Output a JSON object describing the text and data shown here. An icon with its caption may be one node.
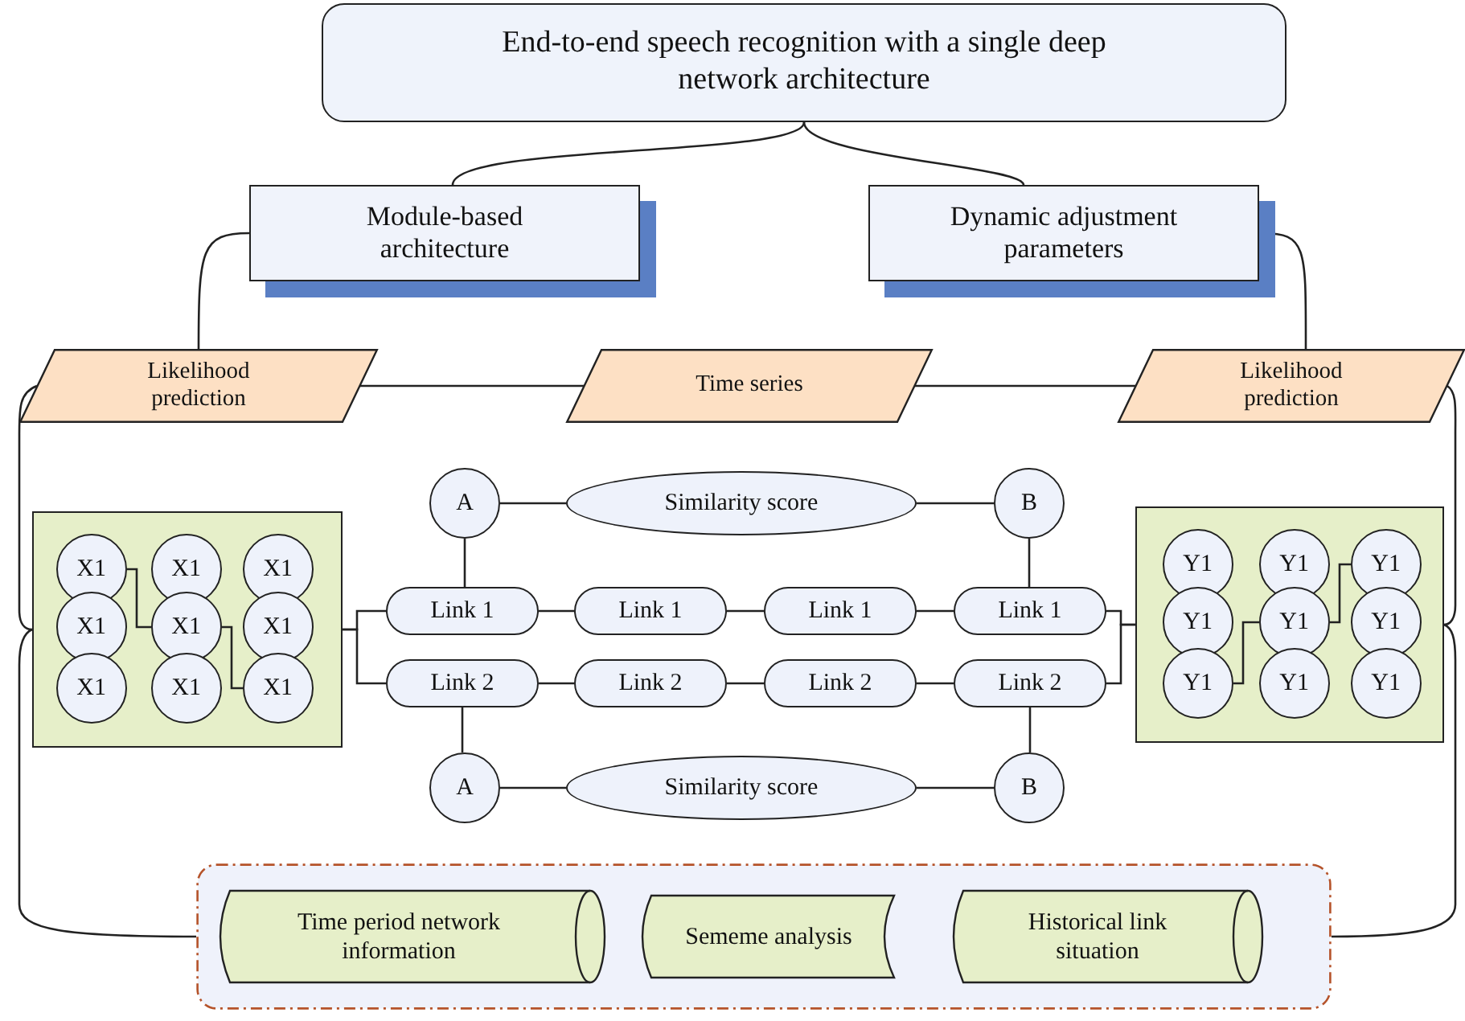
{
  "diagram": {
    "nodes": [
      {
        "text": [
          "End-to-end speech recognition with a single deep network architecture"
        ]
      },
      {
        "text": [
          "Module-based architecture"
        ]
      },
      {
        "text": [
          "Dynamic adjustment parameters"
        ]
      },
      {
        "text": [
          "Likelihood prediction"
        ]
      },
      {
        "text": [
          "Time series"
        ]
      },
      {
        "text": [
          "Likelihood prediction"
        ]
      },
      {
        "text": [],
        "shape": "box"
      },
      {
        "text": [
          "X1"
        ],
        "in": 6
      },
      {
        "text": [
          "X1"
        ],
        "in": 6
      },
      {
        "text": [
          "X1"
        ],
        "in": 6
      },
      {
        "text": [
          "X1"
        ],
        "in": 6
      },
      {
        "text": [
          "X1"
        ],
        "in": 6
      },
      {
        "text": [
          "X1"
        ],
        "in": 6
      },
      {
        "text": [
          "X1"
        ],
        "in": 6
      },
      {
        "text": [
          "X1"
        ],
        "in": 6
      },
      {
        "text": [
          "X1"
        ],
        "in": 6
      },
      {
        "text": [],
        "shape": "box"
      },
      {
        "text": [
          "Y1"
        ],
        "in": 16
      },
      {
        "text": [
          "Y1"
        ],
        "in": 16
      },
      {
        "text": [
          "Y1"
        ],
        "in": 16
      },
      {
        "text": [
          "Y1"
        ],
        "in": 16
      },
      {
        "text": [
          "Y1"
        ],
        "in": 16
      },
      {
        "text": [
          "Y1"
        ],
        "in": 16
      },
      {
        "text": [
          "Y1"
        ],
        "in": 16
      },
      {
        "text": [
          "Y1"
        ],
        "in": 16
      },
      {
        "text": [
          "Y1"
        ],
        "in": 16
      },
      {
        "text": [
          "A"
        ]
      },
      {
        "text": [
          "Similarity score"
        ]
      },
      {
        "text": [
          "B"
        ]
      },
      {
        "text": [
          "Link 1"
        ]
      },
      {
        "text": [
          "Link 1"
        ]
      },
      {
        "text": [
          "Link 1"
        ]
      },
      {
        "text": [
          "Link 1"
        ]
      },
      {
        "text": [
          "Link 2"
        ]
      },
      {
        "text": [
          "Link 2"
        ]
      },
      {
        "text": [
          "Link 2"
        ]
      },
      {
        "text": [
          "Link 2"
        ]
      },
      {
        "text": [
          "A"
        ]
      },
      {
        "text": [
          "Similarity score"
        ]
      },
      {
        "text": [
          "B"
        ]
      },
      {
        "text": [],
        "shape": "box"
      },
      {
        "text": [
          "Time period network information"
        ],
        "in": 40
      },
      {
        "text": [
          "Sememe analysis"
        ],
        "in": 40
      },
      {
        "text": [
          "Historical link situation"
        ],
        "in": 40
      }
    ],
    "edges": [
      {
        "from": 0,
        "to": 1,
        "arrow": "none"
      },
      {
        "from": 0,
        "to": 2,
        "arrow": "none"
      },
      {
        "from": 1,
        "to": 3,
        "arrow": "none"
      },
      {
        "from": 2,
        "to": 5,
        "arrow": "none"
      },
      {
        "from": 3,
        "to": 4,
        "arrow": "none"
      },
      {
        "from": 4,
        "to": 5,
        "arrow": "none"
      },
      {
        "from": 3,
        "to": 6,
        "arrow": "none"
      },
      {
        "from": 6,
        "to": 40,
        "arrow": "none"
      },
      {
        "from": 5,
        "to": 16,
        "arrow": "none"
      },
      {
        "from": 16,
        "to": 40,
        "arrow": "none"
      },
      {
        "from": 7,
        "to": 11,
        "arrow": "none"
      },
      {
        "from": 11,
        "to": 15,
        "arrow": "none"
      },
      {
        "from": 23,
        "to": 21,
        "arrow": "none"
      },
      {
        "from": 21,
        "to": 19,
        "arrow": "none"
      },
      {
        "from": 6,
        "to": 29,
        "arrow": "none"
      },
      {
        "from": 6,
        "to": 33,
        "arrow": "none"
      },
      {
        "from": 29,
        "to": 30,
        "arrow": "none"
      },
      {
        "from": 30,
        "to": 31,
        "arrow": "none"
      },
      {
        "from": 31,
        "to": 32,
        "arrow": "none"
      },
      {
        "from": 33,
        "to": 34,
        "arrow": "none"
      },
      {
        "from": 34,
        "to": 35,
        "arrow": "none"
      },
      {
        "from": 35,
        "to": 36,
        "arrow": "none"
      },
      {
        "from": 32,
        "to": 16,
        "arrow": "none"
      },
      {
        "from": 36,
        "to": 16,
        "arrow": "none"
      },
      {
        "from": 26,
        "to": 27,
        "arrow": "none"
      },
      {
        "from": 27,
        "to": 28,
        "arrow": "none"
      },
      {
        "from": 26,
        "to": 29,
        "arrow": "none"
      },
      {
        "from": 28,
        "to": 32,
        "arrow": "none"
      },
      {
        "from": 37,
        "to": 38,
        "arrow": "none"
      },
      {
        "from": 38,
        "to": 39,
        "arrow": "none"
      },
      {
        "from": 33,
        "to": 37,
        "arrow": "none"
      },
      {
        "from": 36,
        "to": 39,
        "arrow": "none"
      }
    ]
  }
}
